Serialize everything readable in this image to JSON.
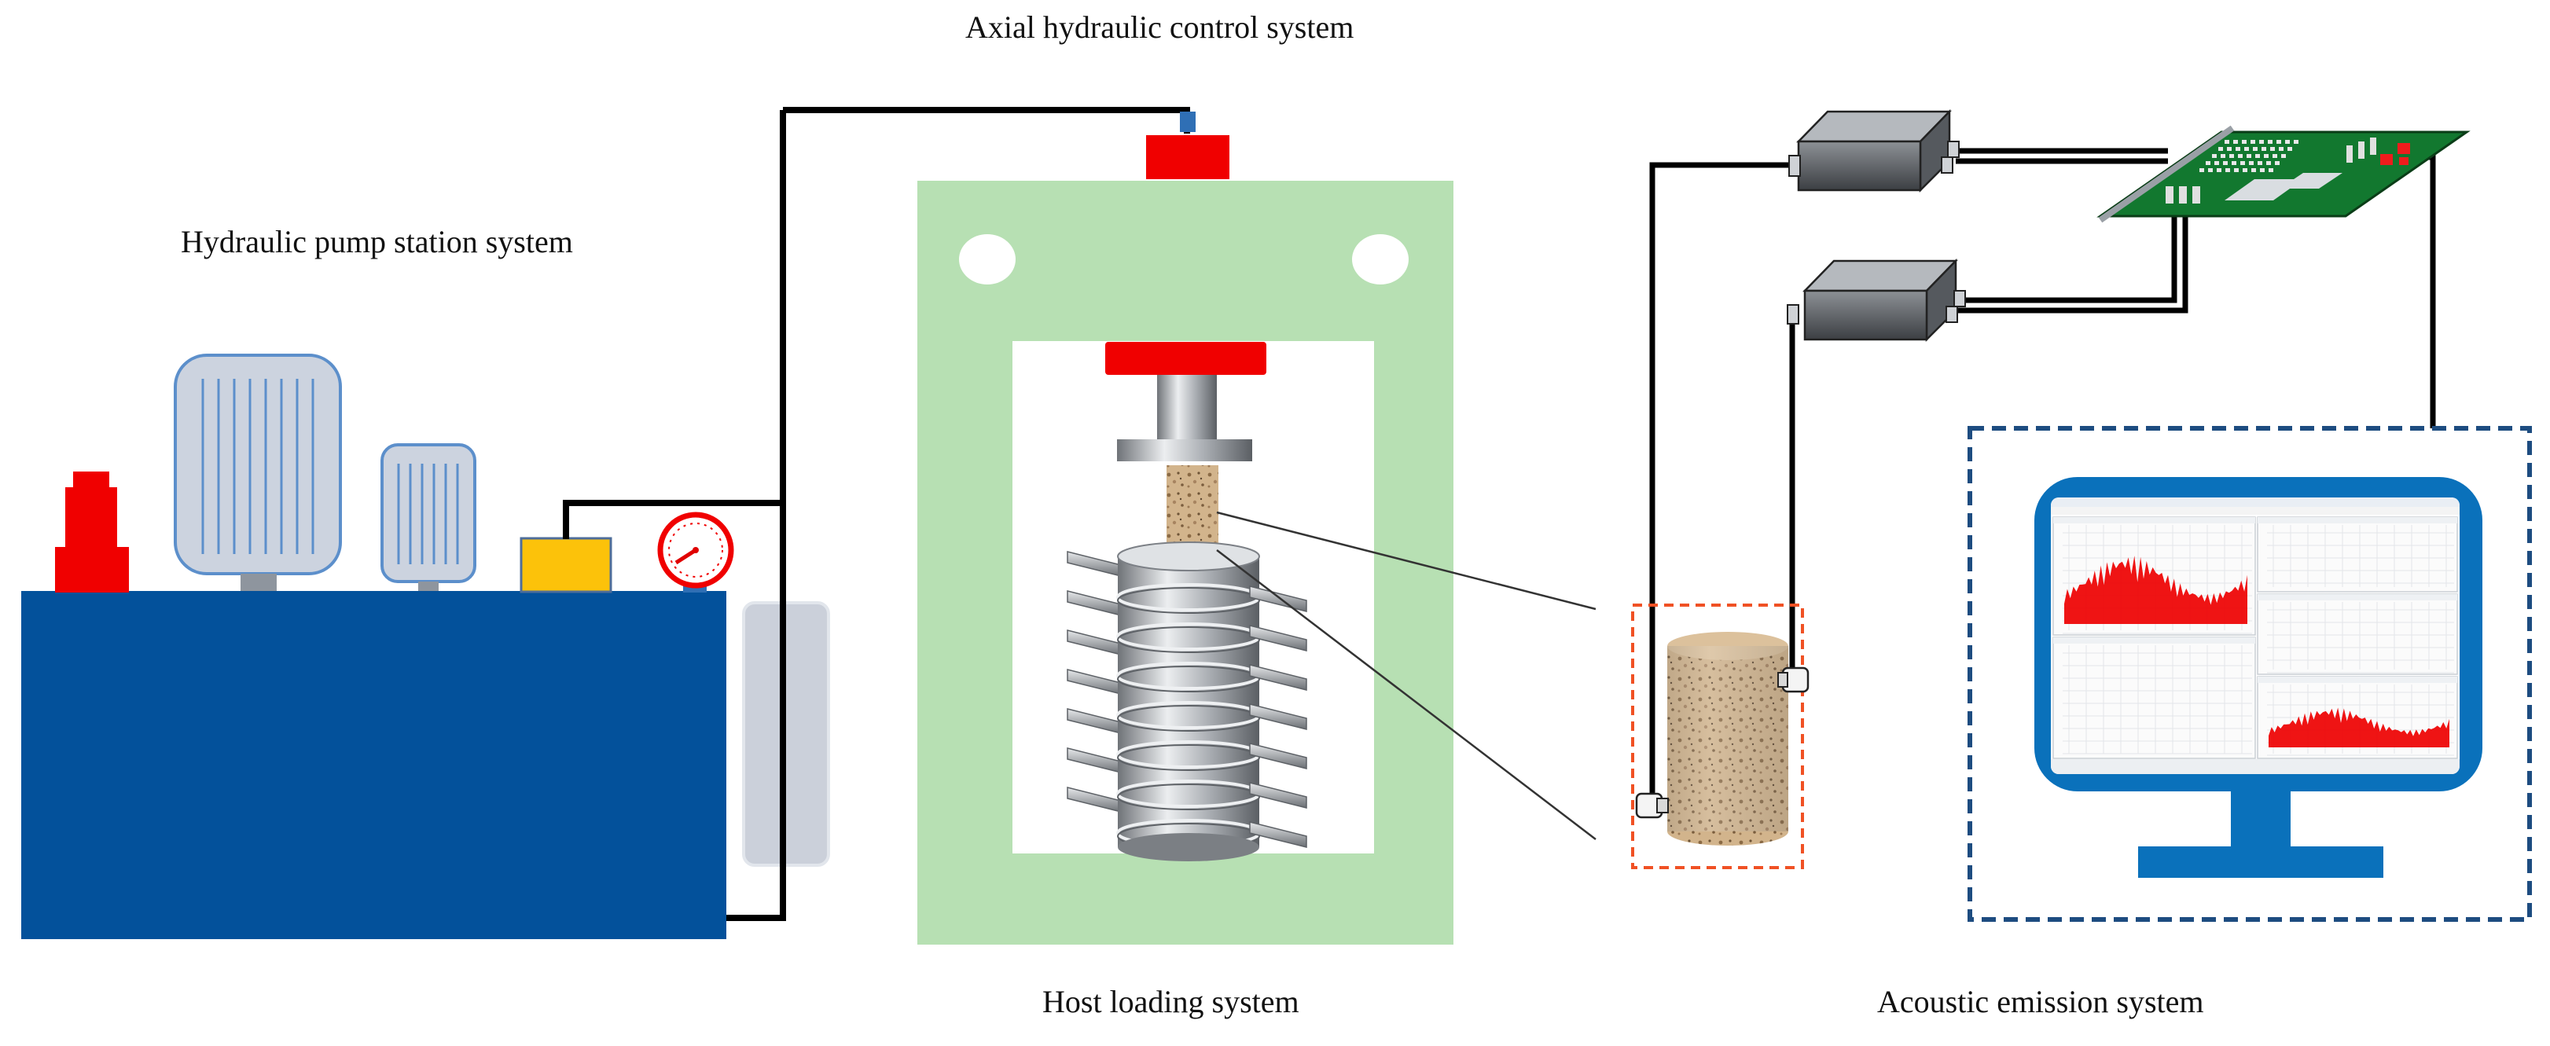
{
  "labels": {
    "axial": "Axial hydraulic control system",
    "pump": "Hydraulic pump station system",
    "host": "Host loading system",
    "acoustic": "Acoustic emission  system"
  },
  "colors": {
    "tank": "#03519b",
    "frame": "#b7e0b3",
    "red": "#f00000",
    "valve": "#fcc20a",
    "motor": "#ccd3df",
    "motor_stroke": "#5c8fcb",
    "monitor": "#0a71bb",
    "dash_blue": "#1d4c80",
    "dash_orange": "#f05124",
    "board": "#12782f",
    "signal": "#ee0000"
  },
  "icons": {
    "relief_valve": "relief-valve-icon",
    "motor_large": "electric-motor-icon",
    "motor_small": "electric-motor-icon",
    "pressure_gauge": "pressure-gauge-icon",
    "preamplifier": "preamplifier-box-icon",
    "acquisition_card": "circuit-board-icon",
    "computer": "computer-monitor-icon",
    "rock_specimen": "rock-specimen-icon",
    "sensor": "acoustic-sensor-icon"
  }
}
